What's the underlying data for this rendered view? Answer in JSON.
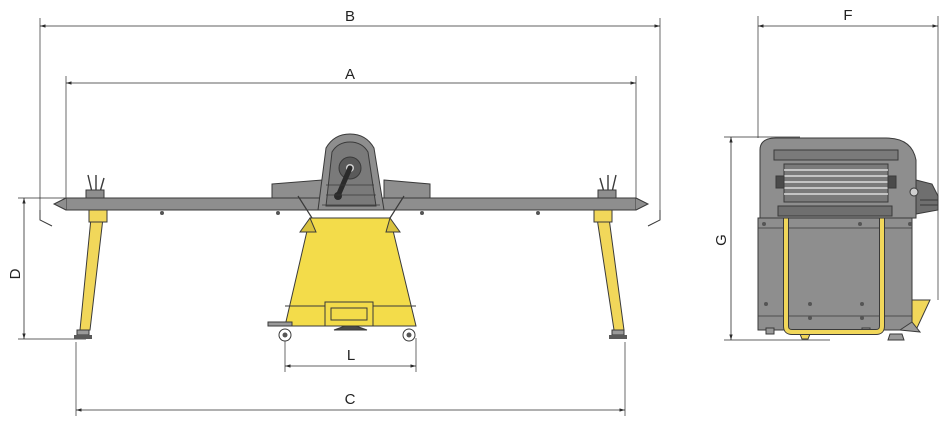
{
  "colors": {
    "frame_gray": "#8e8e8e",
    "frame_dark": "#6f6f6f",
    "base_yellow": "#f3dc4a",
    "leg_yellow": "#f1d75a",
    "outline": "#3a3a3a",
    "dimension_ink": "#2b2b2b"
  },
  "dimensions": {
    "B": "B",
    "A": "A",
    "D": "D",
    "L": "L",
    "C": "C",
    "F": "F",
    "G": "G"
  },
  "views": [
    "front-view",
    "side-view"
  ]
}
